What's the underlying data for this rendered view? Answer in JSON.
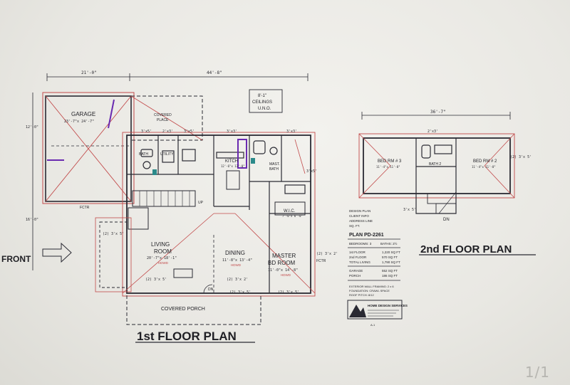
{
  "viewer": {
    "page_counter": "1/1"
  },
  "sheet": {
    "first_floor": {
      "title": "1st FLOOR PLAN",
      "overall_dim": "44'-8\"",
      "garage_dim": "21'-0\"",
      "side_dim_a": "12'-0\"",
      "side_dim_b": "16'-0\"",
      "ceiling_note_1": "8'-1\"",
      "ceiling_note_2": "CEILINGS",
      "ceiling_note_3": "U.N.O.",
      "front_label": "FRONT",
      "rooms": {
        "garage": {
          "name": "GARAGE",
          "size": "23'-7\"x 24'-7\""
        },
        "covered_place": {
          "name": "COVERED",
          "sub": "PLACE"
        },
        "bath": {
          "name": "BATH"
        },
        "utility": {
          "name": "UTILITY"
        },
        "kitch": {
          "name": "KITCH",
          "size": "12'-6\"x 13'-0\""
        },
        "mast_bath": {
          "name": "MAST.",
          "sub": "BATH"
        },
        "wic": {
          "name": "W.I.C.",
          "size": "7'-0\"x 6'-0\""
        },
        "living": {
          "name": "LIVING",
          "sub": "ROOM",
          "size": "20'-7\"x 18'-1\"",
          "floor": "HDWD"
        },
        "dining": {
          "name": "DINING",
          "size": "11'-8\"x 13'-4\"",
          "floor": "HDWD"
        },
        "master": {
          "name": "MASTER",
          "sub": "BD ROOM",
          "size": "11'-0\"x 14'-8\"",
          "floor": "HDWD"
        },
        "porch": {
          "name": "COVERED PORCH"
        }
      },
      "windows": {
        "w1": "3'x5'",
        "w2": "2'x3'",
        "w3": "3'x5'",
        "w4": "3'x3'",
        "w5": "3'x3'",
        "w6": "3'x5'",
        "w7": "(2) 3'x 2'",
        "w8": "(2) 3'x 5'",
        "w9": "(2) 3'x 5'",
        "w10": "(2) 3'x 2'",
        "w11": "(2) 3'x 5'",
        "w12": "(2) 3'x 5'"
      },
      "fctr_1": "FCTR",
      "fctr_2": "FCTR",
      "up": "UP",
      "dn": "DN"
    },
    "second_floor": {
      "title": "2nd FLOOR PLAN",
      "overall_dim": "36'-7\"",
      "rooms": {
        "bed3": {
          "name": "BED RM # 3",
          "size": "11'-4\"x 11'-8\""
        },
        "bath2": {
          "name": "BATH 2"
        },
        "bed2": {
          "name": "BED RM # 2",
          "size": "11'-4\"x 11'-8\""
        }
      },
      "windows": {
        "w1": "2'x3'",
        "w2": "(2) 3'x 5'",
        "w3": "3'x 5'"
      },
      "dn": "DN"
    },
    "title_block": {
      "plan_no": "PLAN PD-2261",
      "lines": [
        "DESIGN PLAN",
        "CLIENT INFO",
        "ADDRESS LINE",
        "SQ. FT."
      ],
      "bedrooms_label": "BEDROOMS: 3",
      "baths_label": "BATHS: 2½",
      "area_rows": [
        [
          "1st FLOOR",
          "1,220 SQ FT"
        ],
        [
          "2nd FLOOR",
          "570 SQ FT"
        ],
        [
          "TOTAL LIVING",
          "1,790 SQ FT"
        ]
      ],
      "garage_row": [
        "GARAGE",
        "552 SQ FT"
      ],
      "porch_row": [
        "PORCH",
        "186 SQ FT"
      ],
      "notes": [
        "EXTERIOR WALL FRAMING: 2 x 6",
        "FOUNDATION: CRAWL SPACE",
        "ROOF PITCH: 8/12"
      ],
      "company": "HOME DESIGN SERVICES",
      "sheet_no": "A-1"
    }
  },
  "colors": {
    "line": "#2a2a33",
    "red": "#c24a4a",
    "purple": "#6a2ab0",
    "teal": "#2b8a8a",
    "paper": "#f1f0ec"
  }
}
